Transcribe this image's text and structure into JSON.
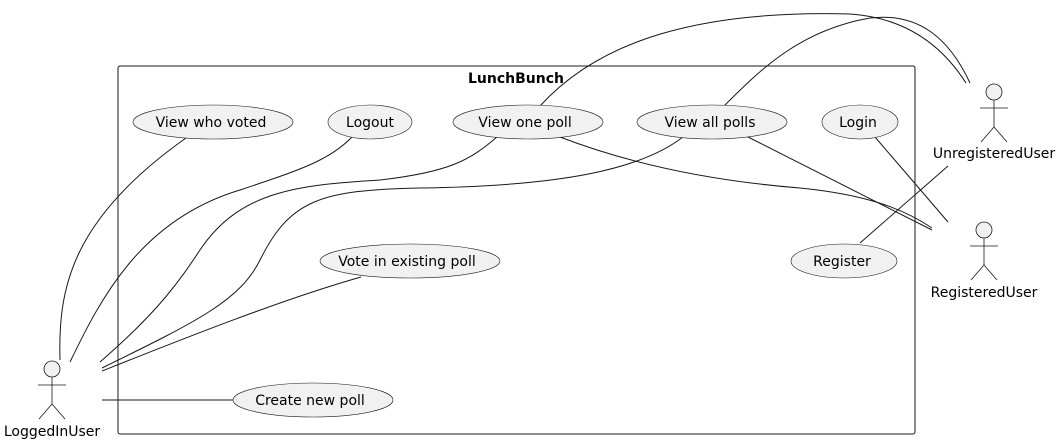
{
  "system": {
    "name": "LunchBunch"
  },
  "actors": {
    "logged_in": "LoggedInUser",
    "registered": "RegisteredUser",
    "unregistered": "UnregisteredUser"
  },
  "use_cases": {
    "view_who_voted": "View who voted",
    "logout": "Logout",
    "view_one_poll": "View one poll",
    "view_all_polls": "View all polls",
    "login": "Login",
    "vote_existing": "Vote in existing poll",
    "register": "Register",
    "create_poll": "Create new poll"
  },
  "colors": {
    "use_case_fill": "#f1f1f1",
    "stroke": "#181818",
    "background": "#ffffff"
  }
}
